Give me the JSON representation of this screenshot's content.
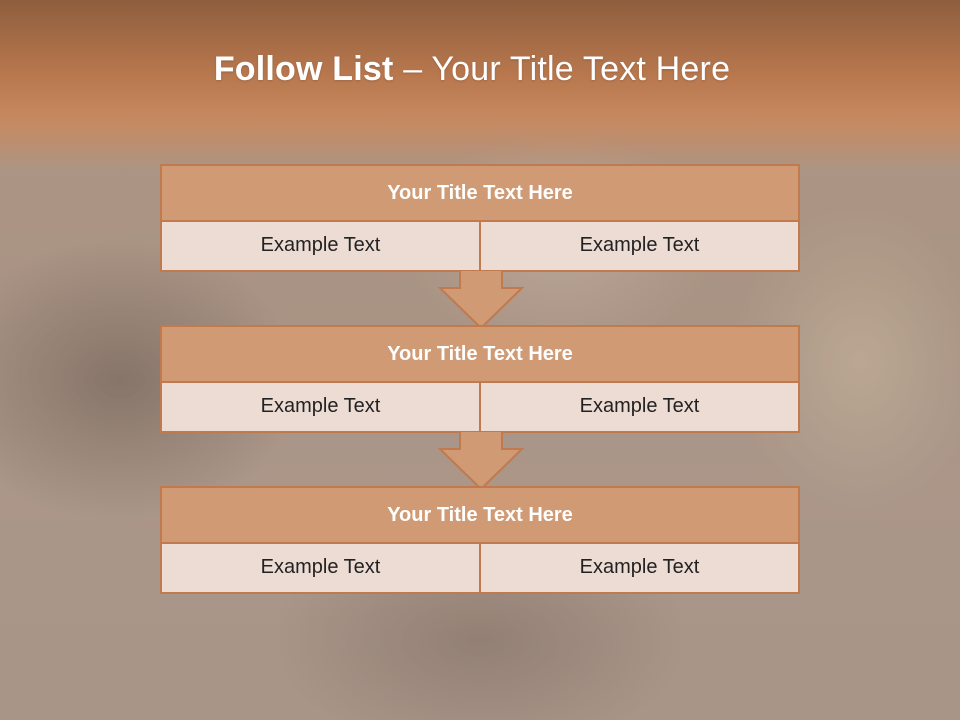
{
  "slide": {
    "title_bold": "Follow List",
    "title_rest": " – Your Title Text Here"
  },
  "blocks": [
    {
      "title": "Your Title Text Here",
      "left": "Example Text",
      "right": "Example Text"
    },
    {
      "title": "Your Title Text Here",
      "left": "Example Text",
      "right": "Example Text"
    },
    {
      "title": "Your Title Text Here",
      "left": "Example Text",
      "right": "Example Text"
    }
  ],
  "colors": {
    "accent": "#c07a4e",
    "title_fill": "#cf9a74",
    "cell_fill": "#eddcd4",
    "header_band": "#b9784e"
  }
}
